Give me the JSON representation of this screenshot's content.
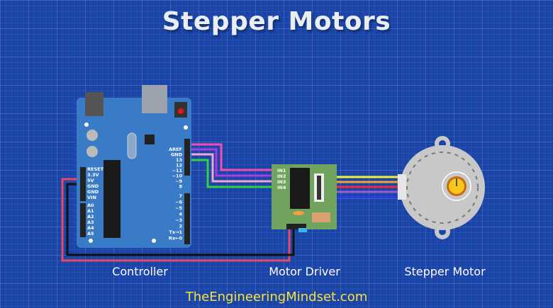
{
  "title": "Stepper Motors",
  "labels": {
    "controller": "Controller",
    "driver": "Motor Driver",
    "motor": "Stepper Motor"
  },
  "footer": "TheEngineeringMindset.com",
  "arduino": {
    "power_pins": [
      "RESET",
      "3.3V",
      "5V",
      "GND",
      "GND",
      "VIN"
    ],
    "analog_pins": [
      "A0",
      "A1",
      "A2",
      "A3",
      "A4",
      "A5"
    ],
    "digital_top": [
      "AREF",
      "GND",
      "13",
      "12",
      "~11",
      "~10",
      "~9",
      "8"
    ],
    "digital_bottom": [
      "7",
      "~6",
      "~5",
      "4",
      "~3",
      "2",
      "Tx→1",
      "Rx←0"
    ]
  },
  "driver": {
    "inputs": [
      "IN1",
      "IN2",
      "IN3",
      "IN4"
    ]
  },
  "colors": {
    "background": "#1a44a8",
    "board": "#3a7bc8",
    "driver_board": "#6fa35e",
    "wire_pink": "#f04fb0",
    "wire_purple": "#a33ee0",
    "wire_lightpink": "#f6a3d0",
    "wire_green": "#33d13f",
    "wire_yellow": "#f5f03a",
    "wire_orange": "#f5a030",
    "wire_red": "#ea2f3a",
    "wire_violet": "#a35ac8",
    "wire_blue": "#2a3cf0",
    "power_red": "#e84a5f",
    "ground_black": "#111111"
  }
}
